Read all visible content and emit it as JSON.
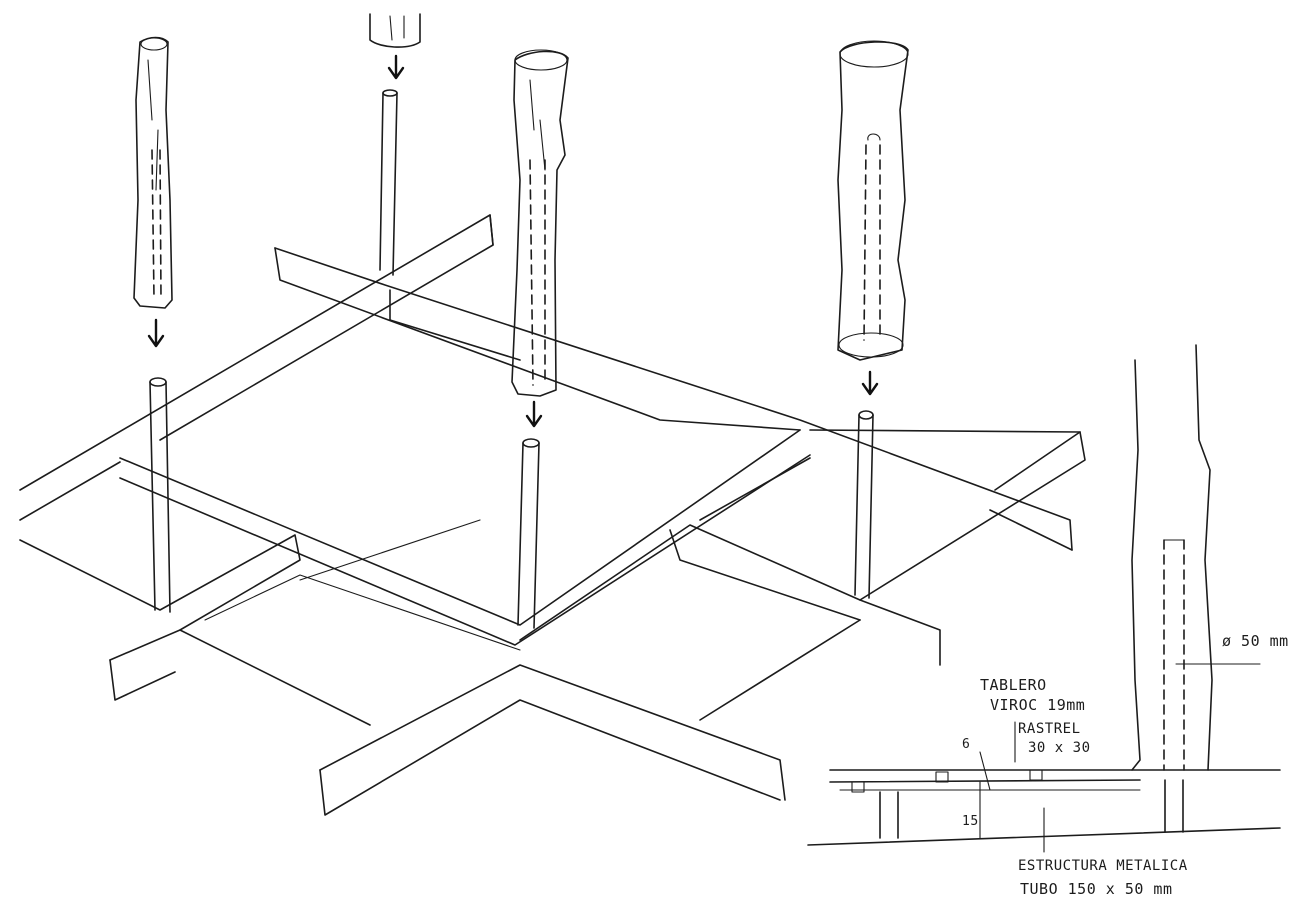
{
  "labels": {
    "tablero": "TABLERO",
    "viroc": "VIROC 19mm",
    "rastrel": "RASTREL",
    "rastrel_size": "30 x 30",
    "diameter": "ø 50 mm",
    "dim_6": "6",
    "dim_15": "15",
    "estructura": "ESTRUCTURA METALICA",
    "tubo": "TUBO 150 x 50 mm"
  }
}
